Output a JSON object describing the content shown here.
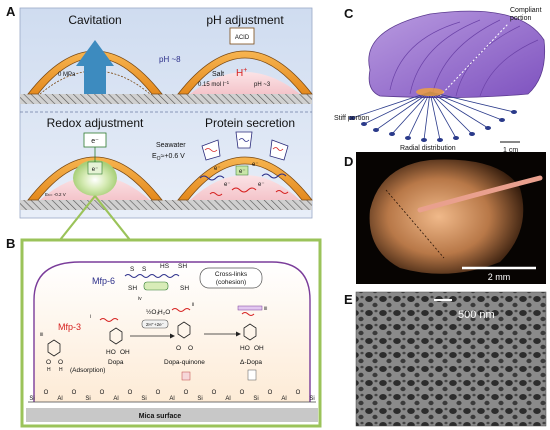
{
  "panels": {
    "A": {
      "label": "A",
      "cavitation": {
        "title": "Cavitation",
        "pressure": "0 MPa"
      },
      "ph": {
        "title": "pH adjustment",
        "ph_outside": "pH ~8",
        "acid": "ACID",
        "salt": "Salt",
        "salt_conc": "0.15 mol l",
        "salt_exp": "−1",
        "hplus": "H",
        "hplus_sup": "+",
        "ph_inside": "pH ~3"
      },
      "redox": {
        "title": "Redox adjustment",
        "electron": "e⁻",
        "eh_inside": "Eₕ= -0.2 V",
        "seawater": "Seawater",
        "eo_outside": "E",
        "eo_sub": "O",
        "eo_val": "≈+0.6 V"
      },
      "protein": {
        "title": "Protein secretion"
      }
    },
    "B": {
      "label": "B",
      "mfp6": "Mfp-6",
      "mfp3": "Mfp-3",
      "crosslinks": "Cross-links",
      "cohesion": "(cohesion)",
      "adsorption": "(Adsorption)",
      "half_o2": "½O₂",
      "h2o": "H₂O",
      "proton_electron": "2H⁺+2e⁻",
      "dopa": "Dopa",
      "dopa_quinone": "Dopa-quinone",
      "delta_dopa": "Δ-Dopa",
      "mica_surface": "Mica surface",
      "roman_i": "i",
      "roman_ii": "ii",
      "roman_iii": "iii",
      "roman_iv": "iv",
      "ho": "HO",
      "oh": "OH",
      "o": "O",
      "h": "H",
      "sh": "SH",
      "s": "S",
      "hs": "HS",
      "surface_atoms": [
        "Si",
        "O",
        "Al",
        "O",
        "Si",
        "O",
        "Al",
        "O",
        "Si",
        "O",
        "Al",
        "O",
        "Si",
        "O",
        "Al",
        "O",
        "Si",
        "O",
        "Al",
        "O",
        "Si"
      ]
    },
    "C": {
      "label": "C",
      "compliant": "Compliant",
      "portion": "portion",
      "stiff_portion": "Stiff portion",
      "radial": "Radial distribution",
      "scale": "1 cm"
    },
    "D": {
      "label": "D",
      "scale": "2 mm"
    },
    "E": {
      "label": "E",
      "scale": "500 nm"
    }
  },
  "colors": {
    "panel_bg_top": "#cfdcf0",
    "panel_bg_bottom": "#e6ecf7",
    "dome_orange": "#f4a338",
    "dome_dark": "#7b4a14",
    "arrow_blue": "#3d8bbf",
    "green_box": "#9bc35a",
    "purple_outline": "#7a3c9a",
    "plaque_purple": "#8c5cc8",
    "red_text": "#d6201f",
    "navy_text": "#2c2f8a"
  }
}
